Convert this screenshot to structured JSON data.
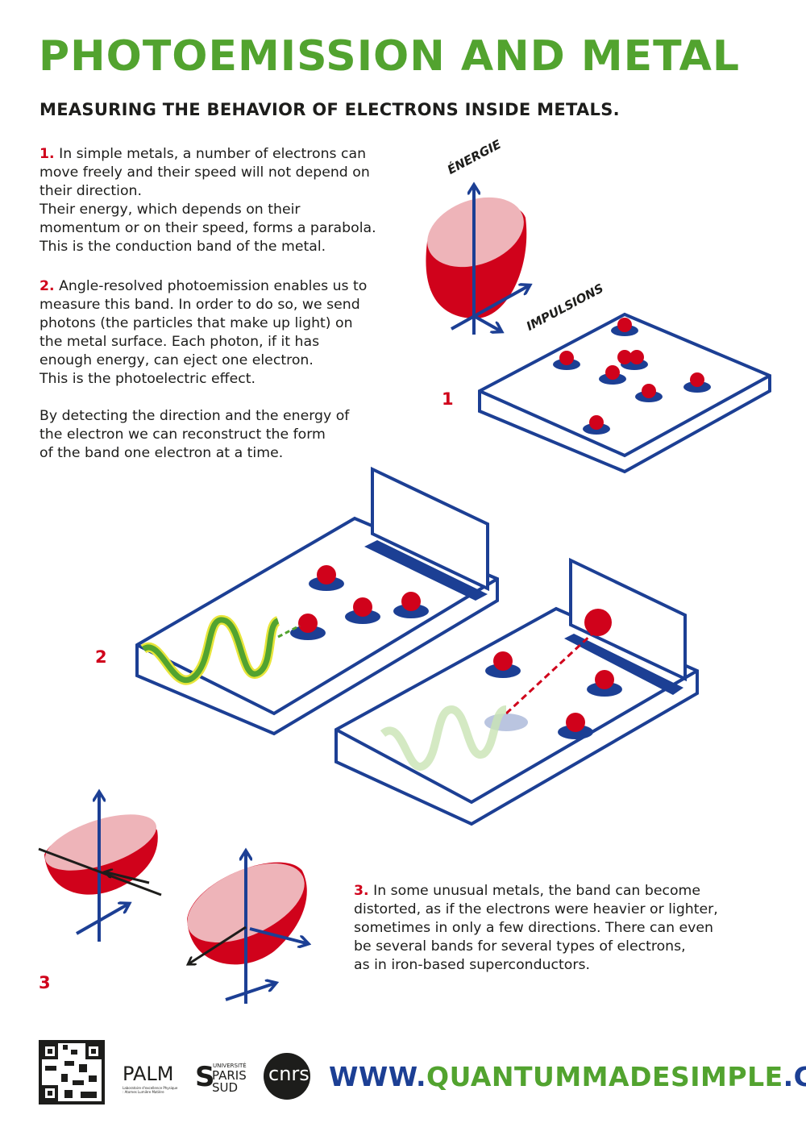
{
  "title": "PHOTOEMISSION AND METAL",
  "subtitle": "MEASURING THE BEHAVIOR OF ELECTRONS INSIDE METALS.",
  "section1": {
    "number": "1.",
    "lines": [
      "In simple metals, a number of electrons can",
      "move freely and their speed will not depend on",
      "their direction.",
      "Their energy, which depends on their",
      "momentum or on their speed, forms a parabola.",
      "This is the conduction band of the metal."
    ]
  },
  "section2": {
    "number": "2.",
    "lines": [
      "Angle-resolved photoemission enables us to",
      "measure this band. In order to do so, we send",
      "photons (the particles that make up light) on",
      "the metal surface. Each photon, if it has",
      "enough energy, can eject one electron.",
      "This is the photoelectric effect."
    ],
    "extra_lines": [
      "By detecting the direction and the energy of",
      "the electron we can reconstruct the form",
      "of the band one electron at a time."
    ]
  },
  "section3": {
    "number": "3.",
    "lines": [
      "In some unusual metals, the band can become",
      "distorted, as if the electrons were heavier or lighter,",
      "sometimes in only a few directions. There can even",
      "be several bands for several types of electrons,",
      "as in iron-based superconductors."
    ]
  },
  "diagram": {
    "axis_energy": "ÉNERGIE",
    "axis_impulsions": "IMPULSIONS",
    "label1": "1",
    "label2": "2",
    "label3": "3"
  },
  "footer": {
    "url_prefix": "WWW.",
    "url_main": "QUANTUMMADESIMPLE",
    "url_suffix": ".COM",
    "logos": {
      "palm": "PALM",
      "palm_caption": "Laboratoire d'excellence Physique : Atomes Lumière Matière",
      "univ_top": "UNIVERSITÉ",
      "univ_mid": "PARIS",
      "univ_bot": "SUD",
      "cnrs": "cnrs"
    }
  },
  "colors": {
    "green": "#52a32f",
    "blue": "#1c3f94",
    "red": "#d0021b",
    "pink": "#eeb4b9"
  }
}
